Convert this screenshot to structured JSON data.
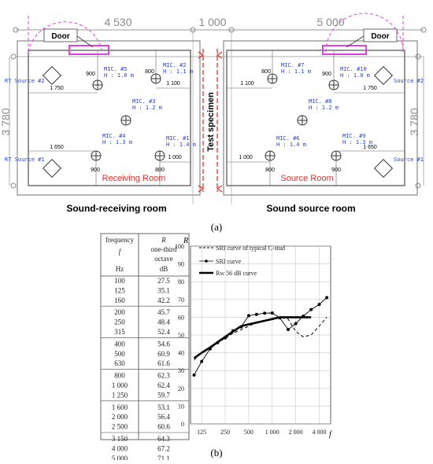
{
  "floorplan": {
    "dimensions": [
      "4 530",
      "1 000",
      "5 000",
      "3 780",
      "3 780"
    ],
    "doors": [
      "Door",
      "Door"
    ],
    "specimen_label": "Test specimen",
    "rooms": [
      "Receiving Room",
      "Source Room"
    ],
    "room_captions": [
      "Sound-receiving room",
      "Sound source room"
    ],
    "rt_sources": [
      "RT Source #2",
      "RT Source #1",
      "Source #2",
      "Source #1"
    ],
    "left_mics": [
      {
        "name": "MIC. #5",
        "h": "H : 1.0 m"
      },
      {
        "name": "MIC. #2",
        "h": "H : 1.1 m"
      },
      {
        "name": "MIC. #3",
        "h": "H : 1.2 m"
      },
      {
        "name": "MIC. #4",
        "h": "H : 1.3 m"
      },
      {
        "name": "MIC. #1",
        "h": "H : 1.4 m"
      }
    ],
    "right_mics": [
      {
        "name": "MIC. #7",
        "h": "H : 1.1 m"
      },
      {
        "name": "MIC. #10",
        "h": "H : 1.0 m"
      },
      {
        "name": "MIC. #8",
        "h": "H : 1.2 m"
      },
      {
        "name": "MIC. #6",
        "h": "H : 1.4 m"
      },
      {
        "name": "MIC. #9",
        "h": "H : 1.3 m"
      }
    ],
    "left_dims": [
      "1 750",
      "1 100",
      "1 650",
      "1 000",
      "900",
      "800",
      "900",
      "800"
    ],
    "right_dims": [
      "1 100",
      "1 750",
      "1 000",
      "1 650",
      "800",
      "900",
      "800",
      "900"
    ],
    "label": "(a)"
  },
  "table": {
    "header": {
      "col1": [
        "frequency",
        "f",
        "Hz"
      ],
      "col2": [
        "R",
        "one-third",
        "octave",
        "dB"
      ]
    },
    "groups": [
      [
        [
          "100",
          "27.5"
        ],
        [
          "125",
          "35.1"
        ],
        [
          "160",
          "42.2"
        ]
      ],
      [
        [
          "200",
          "45.7"
        ],
        [
          "250",
          "48.4"
        ],
        [
          "315",
          "52.4"
        ]
      ],
      [
        [
          "400",
          "54.6"
        ],
        [
          "500",
          "60.9"
        ],
        [
          "630",
          "61.6"
        ]
      ],
      [
        [
          "800",
          "62.3"
        ],
        [
          "1 000",
          "62.4"
        ],
        [
          "1 250",
          "59.7"
        ]
      ],
      [
        [
          "1 600",
          "53.1"
        ],
        [
          "2 000",
          "56.4"
        ],
        [
          "2 500",
          "60.6"
        ]
      ],
      [
        [
          "3 150",
          "64.3"
        ],
        [
          "4 000",
          "67.2"
        ],
        [
          "5 000",
          "71.1"
        ]
      ]
    ]
  },
  "chart_data": {
    "type": "line",
    "ylabel": "R",
    "xlabel": "f",
    "ylim": [
      0,
      100
    ],
    "yticks": [
      "0",
      "10",
      "20",
      "30",
      "40",
      "50",
      "60",
      "70",
      "80",
      "90",
      "100"
    ],
    "xtick_labels": [
      "125",
      "250",
      "500",
      "1 000",
      "2 000",
      "4 000"
    ],
    "xtick_freqs": [
      125,
      250,
      500,
      1000,
      2000,
      4000
    ],
    "grid": true,
    "legend_position": "top-left",
    "x": [
      100,
      125,
      160,
      200,
      250,
      315,
      400,
      500,
      630,
      800,
      1000,
      1250,
      1600,
      2000,
      2500,
      3150,
      4000,
      5000
    ],
    "series": [
      {
        "name": "SRI curve of typical C-stud",
        "style": "dashed",
        "values": [
          36,
          40,
          43,
          46,
          48,
          51,
          53,
          55,
          57,
          58,
          59,
          60,
          59,
          52,
          49,
          50,
          55,
          60
        ]
      },
      {
        "name": "SRI curve",
        "style": "markers",
        "values": [
          27.5,
          35.1,
          42.2,
          45.7,
          48.4,
          52.4,
          54.6,
          60.9,
          61.6,
          62.3,
          62.4,
          59.7,
          53.1,
          56.4,
          60.6,
          64.3,
          67.2,
          71.1
        ]
      },
      {
        "name": "Rw 56 dB curve",
        "style": "bold",
        "values": [
          37,
          40,
          43,
          46,
          49,
          52,
          55,
          56,
          57,
          58,
          59,
          60,
          60,
          60,
          60,
          60
        ]
      }
    ],
    "label": "(b)"
  }
}
